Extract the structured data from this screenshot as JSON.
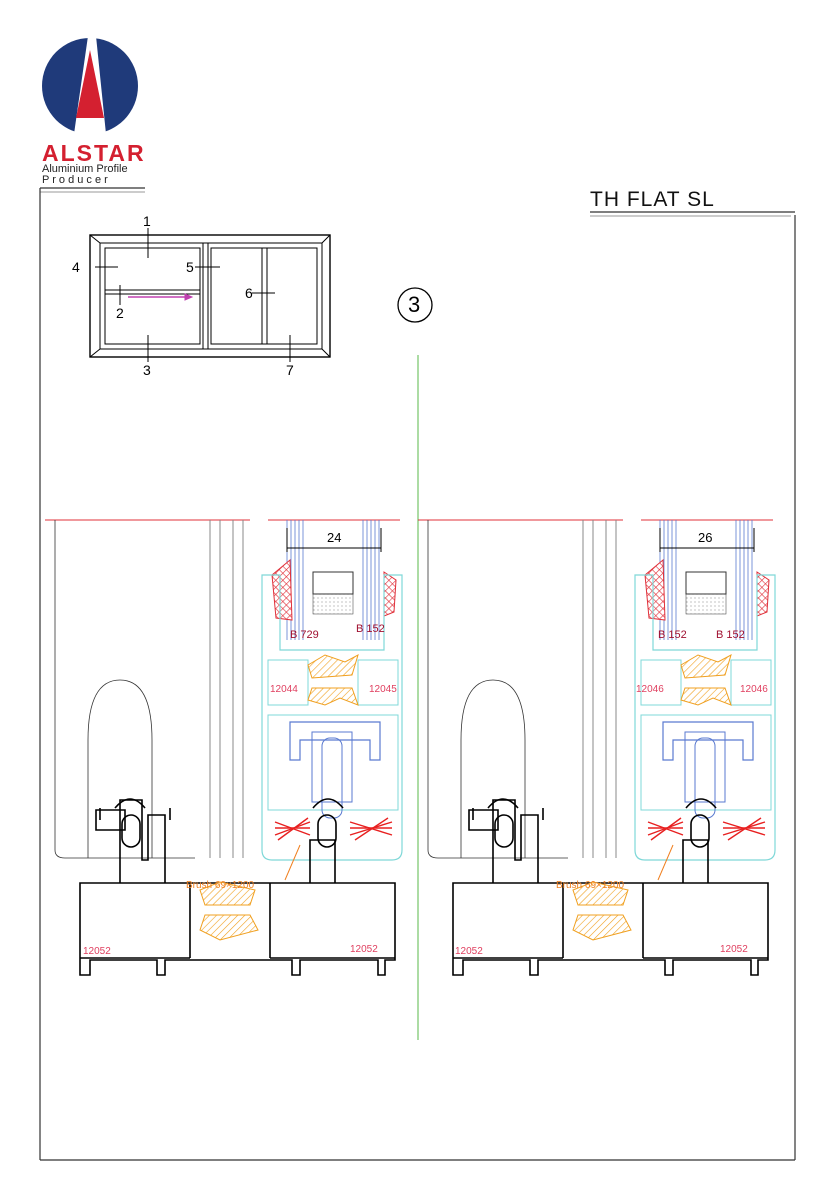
{
  "logo": {
    "brand": "ALSTAR",
    "tagline1": "Aluminium Profile",
    "tagline2": "P r o d u c e r",
    "colors": {
      "blue": "#1f3a7a",
      "red": "#d42030"
    }
  },
  "title": "TH FLAT SL",
  "detail_number": "3",
  "key_plan": {
    "labels": [
      "1",
      "2",
      "3",
      "4",
      "5",
      "6",
      "7"
    ]
  },
  "sections": [
    {
      "glass_dim": "24",
      "gasket_left": "B 729",
      "gasket_right": "B 152",
      "profile_left": "12044",
      "profile_right": "12045",
      "frame_left": "12052",
      "frame_right": "12052",
      "brush": "Brush 69×1200"
    },
    {
      "glass_dim": "26",
      "gasket_left": "B 152",
      "gasket_right": "B 152",
      "profile_left": "12046",
      "profile_right": "12046",
      "frame_left": "12052",
      "frame_right": "12052",
      "brush": "Brush 69×1200"
    }
  ],
  "colors": {
    "red": "#e0303a",
    "cyan": "#7fd8d8",
    "blue": "#5a7ad0",
    "orange": "#f0a020",
    "green": "#5ab84a",
    "magenta": "#c040b0",
    "maroon": "#a01030"
  }
}
